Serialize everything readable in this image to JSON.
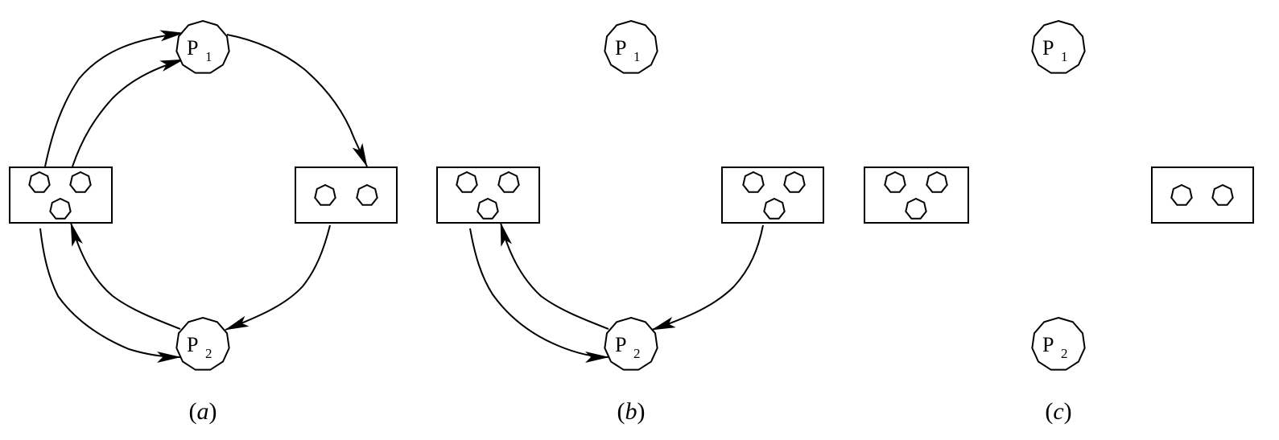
{
  "panels": [
    {
      "id": "a",
      "caption": "a",
      "processes": [
        {
          "id": "P1",
          "letter": "P",
          "sub": "1"
        },
        {
          "id": "P2",
          "letter": "P",
          "sub": "2"
        }
      ],
      "resources": [
        {
          "id": "R1",
          "instances": 3
        },
        {
          "id": "R2",
          "instances": 2
        }
      ],
      "edges": [
        {
          "from": "R1",
          "to": "P1",
          "kind": "assignment"
        },
        {
          "from": "R1",
          "to": "P1",
          "kind": "assignment"
        },
        {
          "from": "P1",
          "to": "R2",
          "kind": "request"
        },
        {
          "from": "R2",
          "to": "P2",
          "kind": "assignment"
        },
        {
          "from": "P2",
          "to": "R1",
          "kind": "request"
        },
        {
          "from": "R1",
          "to": "P2",
          "kind": "assignment"
        }
      ]
    },
    {
      "id": "b",
      "caption": "b",
      "processes": [
        {
          "id": "P1",
          "letter": "P",
          "sub": "1"
        },
        {
          "id": "P2",
          "letter": "P",
          "sub": "2"
        }
      ],
      "resources": [
        {
          "id": "R1",
          "instances": 3
        },
        {
          "id": "R2",
          "instances": 3
        }
      ],
      "edges": [
        {
          "from": "R2",
          "to": "P2",
          "kind": "assignment"
        },
        {
          "from": "P2",
          "to": "R1",
          "kind": "request"
        },
        {
          "from": "R1",
          "to": "P2",
          "kind": "assignment"
        }
      ]
    },
    {
      "id": "c",
      "caption": "c",
      "processes": [
        {
          "id": "P1",
          "letter": "P",
          "sub": "1"
        },
        {
          "id": "P2",
          "letter": "P",
          "sub": "2"
        }
      ],
      "resources": [
        {
          "id": "R1",
          "instances": 3
        },
        {
          "id": "R2",
          "instances": 2
        }
      ],
      "edges": []
    }
  ],
  "colors": {
    "stroke": "#000000",
    "background": "#ffffff"
  }
}
